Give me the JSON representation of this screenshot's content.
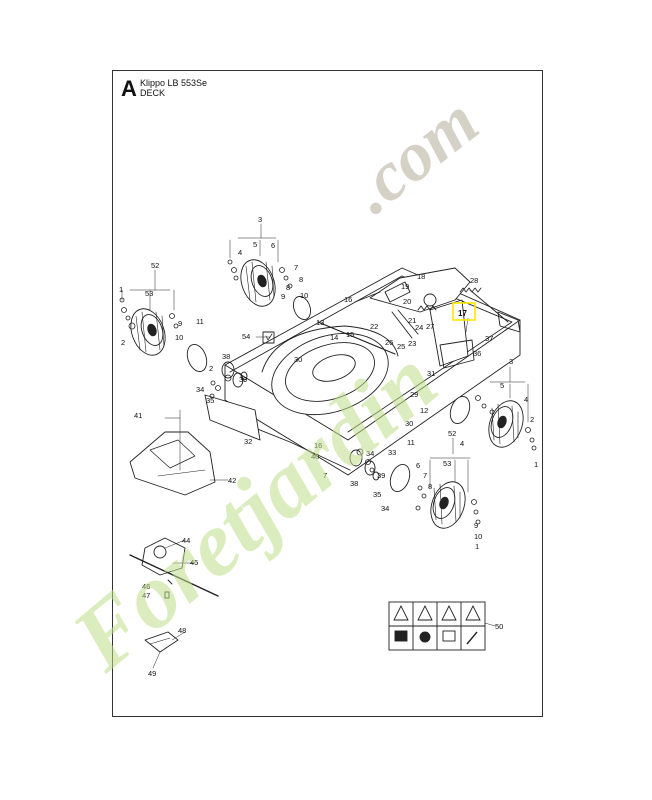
{
  "header": {
    "section_letter": "A",
    "model": "Klippo LB 553Se",
    "section": "DECK"
  },
  "watermark": {
    "brand": "Foretjardin",
    "dotcom": ".com",
    "colors": {
      "brand": "#bfe08a",
      "dotcom": "#c9c2b4"
    }
  },
  "highlight": {
    "part": "17",
    "color": "#ffe600"
  },
  "part_labels": [
    "52",
    "53",
    "3",
    "2",
    "4",
    "5",
    "6",
    "7",
    "8",
    "9",
    "10",
    "11",
    "1",
    "54",
    "13",
    "14",
    "15",
    "16",
    "18",
    "19",
    "20",
    "21",
    "22",
    "23",
    "24",
    "25",
    "26",
    "27",
    "28",
    "29",
    "30",
    "31",
    "32",
    "33",
    "34",
    "35",
    "36",
    "37",
    "38",
    "39",
    "40",
    "41",
    "42",
    "44",
    "45",
    "46",
    "47",
    "48",
    "49",
    "50",
    "12",
    "17"
  ],
  "callouts": [
    {
      "id": "c-52a",
      "text": "52"
    },
    {
      "id": "c-1a",
      "text": "1"
    },
    {
      "id": "c-53a",
      "text": "53"
    },
    {
      "id": "c-2a",
      "text": "2"
    },
    {
      "id": "c-3a",
      "text": "3"
    },
    {
      "id": "c-4a",
      "text": "4"
    },
    {
      "id": "c-5a",
      "text": "5"
    },
    {
      "id": "c-6a",
      "text": "6"
    },
    {
      "id": "c-7a",
      "text": "7"
    },
    {
      "id": "c-8a",
      "text": "8"
    },
    {
      "id": "c-9a",
      "text": "9"
    },
    {
      "id": "c-10a",
      "text": "10"
    },
    {
      "id": "c-11a",
      "text": "11"
    },
    {
      "id": "c-54",
      "text": "54"
    },
    {
      "id": "c-13",
      "text": "13"
    },
    {
      "id": "c-14",
      "text": "14"
    },
    {
      "id": "c-15",
      "text": "15"
    },
    {
      "id": "c-16a",
      "text": "16"
    },
    {
      "id": "c-18",
      "text": "18"
    },
    {
      "id": "c-19",
      "text": "19"
    },
    {
      "id": "c-20",
      "text": "20"
    },
    {
      "id": "c-21",
      "text": "21"
    },
    {
      "id": "c-22",
      "text": "22"
    },
    {
      "id": "c-23",
      "text": "23"
    },
    {
      "id": "c-24",
      "text": "24"
    },
    {
      "id": "c-25",
      "text": "25"
    },
    {
      "id": "c-26",
      "text": "26"
    },
    {
      "id": "c-27",
      "text": "27"
    },
    {
      "id": "c-28",
      "text": "28"
    },
    {
      "id": "c-17",
      "text": "17"
    },
    {
      "id": "c-37",
      "text": "37"
    },
    {
      "id": "c-36",
      "text": "36"
    },
    {
      "id": "c-30a",
      "text": "30"
    },
    {
      "id": "c-31",
      "text": "31"
    },
    {
      "id": "c-29",
      "text": "29"
    },
    {
      "id": "c-30b",
      "text": "30"
    },
    {
      "id": "c-12",
      "text": "12"
    },
    {
      "id": "c-3b",
      "text": "3"
    },
    {
      "id": "c-5b",
      "text": "5"
    },
    {
      "id": "c-4b",
      "text": "4"
    },
    {
      "id": "c-1b",
      "text": "1"
    },
    {
      "id": "c-2b",
      "text": "2"
    },
    {
      "id": "c-4c",
      "text": "4"
    },
    {
      "id": "c-11b",
      "text": "11"
    },
    {
      "id": "c-52b",
      "text": "52"
    },
    {
      "id": "c-53b",
      "text": "53"
    },
    {
      "id": "c-33",
      "text": "33"
    },
    {
      "id": "c-34a",
      "text": "34"
    },
    {
      "id": "c-39",
      "text": "39"
    },
    {
      "id": "c-38a",
      "text": "38"
    },
    {
      "id": "c-35",
      "text": "35"
    },
    {
      "id": "c-34b",
      "text": "34"
    },
    {
      "id": "c-6b",
      "text": "6"
    },
    {
      "id": "c-7b",
      "text": "7"
    },
    {
      "id": "c-8b",
      "text": "8"
    },
    {
      "id": "c-9b",
      "text": "9"
    },
    {
      "id": "c-10b",
      "text": "10"
    },
    {
      "id": "c-1c",
      "text": "1"
    },
    {
      "id": "c-16b",
      "text": "16"
    },
    {
      "id": "c-40",
      "text": "40"
    },
    {
      "id": "c-7c",
      "text": "7"
    },
    {
      "id": "c-32",
      "text": "32"
    },
    {
      "id": "c-41",
      "text": "41"
    },
    {
      "id": "c-42",
      "text": "42"
    },
    {
      "id": "c-44",
      "text": "44"
    },
    {
      "id": "c-45",
      "text": "45"
    },
    {
      "id": "c-46",
      "text": "46"
    },
    {
      "id": "c-47",
      "text": "47"
    },
    {
      "id": "c-48",
      "text": "48"
    },
    {
      "id": "c-49",
      "text": "49"
    },
    {
      "id": "c-50",
      "text": "50"
    },
    {
      "id": "c-34c",
      "text": "34"
    },
    {
      "id": "c-38b",
      "text": "38"
    },
    {
      "id": "c-39b",
      "text": "39"
    },
    {
      "id": "c-35b",
      "text": "35"
    },
    {
      "id": "c-8c",
      "text": "8"
    },
    {
      "id": "c-9c",
      "text": "9"
    },
    {
      "id": "c-10c",
      "text": "10"
    },
    {
      "id": "c-2c",
      "text": "2"
    }
  ]
}
